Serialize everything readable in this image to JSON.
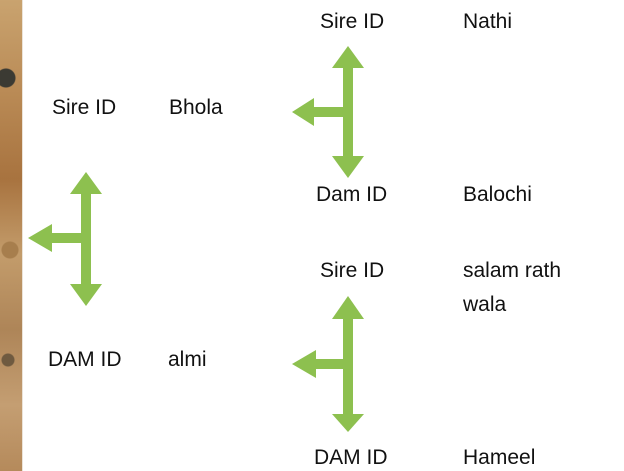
{
  "pedigree": {
    "parent_sire": {
      "label": "Sire ID",
      "name": "Bhola"
    },
    "parent_dam": {
      "label": "DAM ID",
      "name": "almi"
    },
    "sire_sire": {
      "label": "Sire ID",
      "name": "Nathi"
    },
    "sire_dam": {
      "label": "Dam ID",
      "name": "Balochi"
    },
    "dam_sire": {
      "label": "Sire ID",
      "name_line1": "salam rath",
      "name_line2": "wala"
    },
    "dam_dam": {
      "label": "DAM ID",
      "name": "Hameel"
    }
  },
  "colors": {
    "arrow": "#8dc04f"
  },
  "icons": [
    "connector-arrow-icon"
  ]
}
